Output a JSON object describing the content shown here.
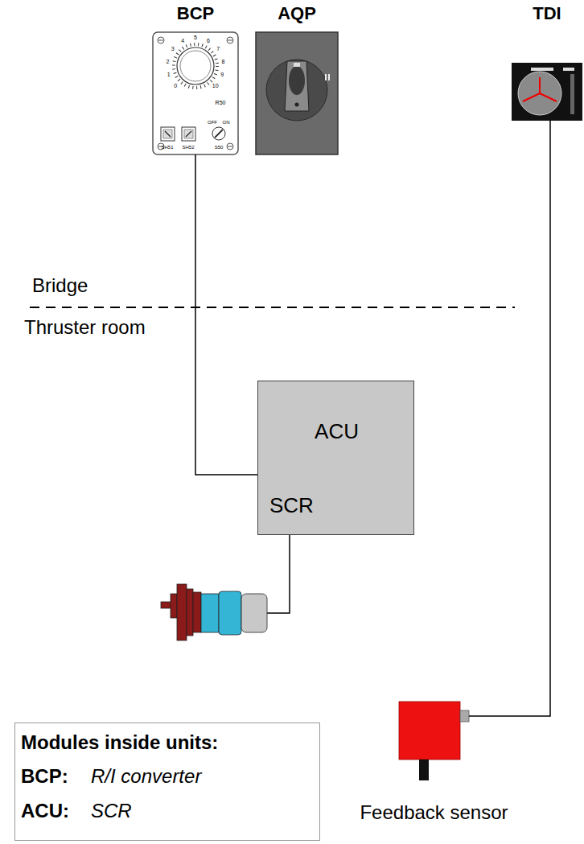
{
  "diagram": {
    "nodes": [
      {
        "text": [
          "BCP"
        ]
      },
      {
        "text": [
          "AQP"
        ]
      },
      {
        "text": [
          "TDI"
        ]
      },
      {
        "text": [
          "ACU",
          "SCR"
        ]
      },
      {
        "text": [
          "Feedback sensor"
        ]
      },
      {
        "text": [
          "Modules inside units:",
          "BCP:",
          "R/I converter",
          "ACU:",
          "SCR"
        ]
      }
    ],
    "edges": [
      {
        "from": 0,
        "to": 3,
        "arrow": "none"
      },
      {
        "from": 2,
        "to": 4,
        "arrow": "none"
      }
    ],
    "labels": [
      "Bridge",
      "Thruster room",
      "0",
      "1",
      "2",
      "3",
      "4",
      "5",
      "6",
      "7",
      "8",
      "9",
      "10",
      "R50",
      "OFF",
      "ON",
      "SH51",
      "SH52",
      "S50"
    ]
  }
}
